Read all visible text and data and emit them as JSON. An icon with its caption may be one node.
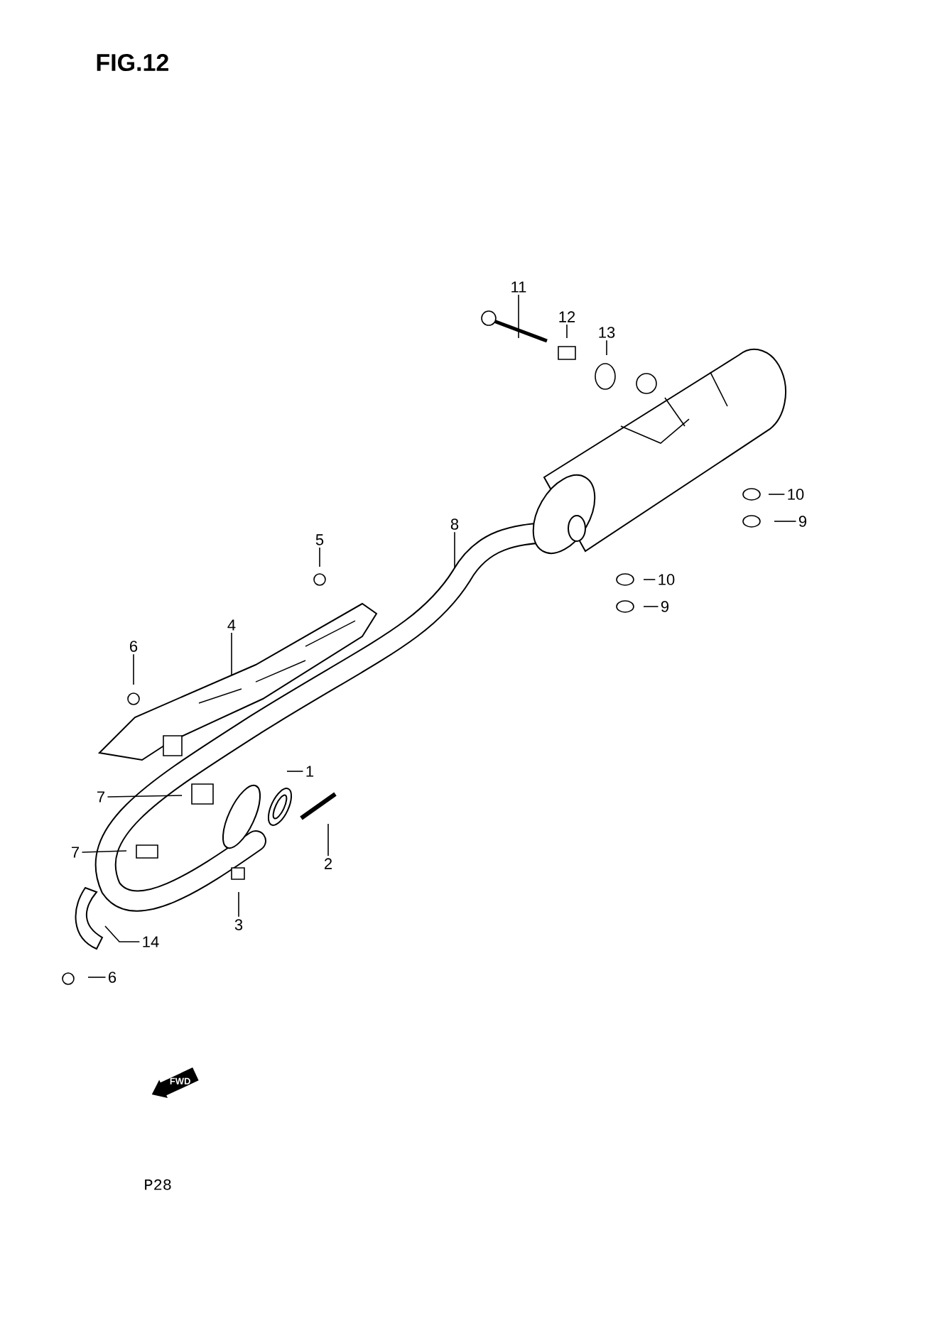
{
  "diagram": {
    "title": "FIG.12",
    "nodes": [
      {
        "text": [
          "11"
        ]
      },
      {
        "text": [
          "12"
        ]
      },
      {
        "text": [
          "13"
        ]
      },
      {
        "text": [
          "10"
        ]
      },
      {
        "text": [
          "9"
        ]
      },
      {
        "text": [
          "10"
        ]
      },
      {
        "text": [
          "9"
        ]
      },
      {
        "text": [
          "8"
        ]
      },
      {
        "text": [
          "5"
        ]
      },
      {
        "text": [
          "4"
        ]
      },
      {
        "text": [
          "6"
        ]
      },
      {
        "text": [
          "1"
        ]
      },
      {
        "text": [
          "7"
        ]
      },
      {
        "text": [
          "2"
        ]
      },
      {
        "text": [
          "7"
        ]
      },
      {
        "text": [
          "3"
        ]
      },
      {
        "text": [
          "14"
        ]
      },
      {
        "text": [
          "6"
        ]
      }
    ],
    "edges": [
      {
        "from": 0,
        "to": null,
        "arrow": "none"
      },
      {
        "from": 1,
        "to": null,
        "arrow": "none"
      },
      {
        "from": 2,
        "to": null,
        "arrow": "none"
      },
      {
        "from": 3,
        "to": null,
        "arrow": "none"
      },
      {
        "from": 4,
        "to": null,
        "arrow": "none"
      },
      {
        "from": 5,
        "to": null,
        "arrow": "none"
      },
      {
        "from": 6,
        "to": null,
        "arrow": "none"
      },
      {
        "from": 7,
        "to": null,
        "arrow": "none"
      },
      {
        "from": 8,
        "to": null,
        "arrow": "none"
      },
      {
        "from": 9,
        "to": null,
        "arrow": "none"
      },
      {
        "from": 10,
        "to": null,
        "arrow": "none"
      },
      {
        "from": 11,
        "to": null,
        "arrow": "none"
      },
      {
        "from": 12,
        "to": null,
        "arrow": "none"
      },
      {
        "from": 13,
        "to": null,
        "arrow": "none"
      },
      {
        "from": 14,
        "to": null,
        "arrow": "none"
      },
      {
        "from": 15,
        "to": null,
        "arrow": "none"
      },
      {
        "from": 16,
        "to": null,
        "arrow": "none"
      },
      {
        "from": 17,
        "to": null,
        "arrow": "none"
      }
    ],
    "labels": [
      "FWD",
      "P28"
    ]
  }
}
